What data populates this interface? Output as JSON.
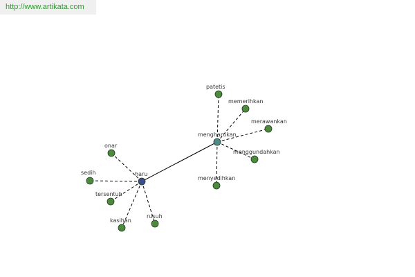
{
  "banner": {
    "url": "http://www.artikata.com"
  },
  "colors": {
    "leaf_node": "#4e8a3e",
    "hub_haru": "#3e4e8a",
    "hub_mengharukan": "#4e8a8a",
    "edge": "#000000",
    "banner_text": "#2f9a2f"
  },
  "diagram": {
    "nodes": [
      {
        "id": "haru",
        "label": "haru",
        "kind": "hub"
      },
      {
        "id": "mengharukan",
        "label": "mengharukan",
        "kind": "hub"
      },
      {
        "id": "onar",
        "label": "onar",
        "kind": "leaf"
      },
      {
        "id": "sedih",
        "label": "sedih",
        "kind": "leaf"
      },
      {
        "id": "tersentuh",
        "label": "tersentuh",
        "kind": "leaf"
      },
      {
        "id": "kasihan",
        "label": "kasihan",
        "kind": "leaf"
      },
      {
        "id": "rusuh",
        "label": "rusuh",
        "kind": "leaf"
      },
      {
        "id": "patetis",
        "label": "patetis",
        "kind": "leaf"
      },
      {
        "id": "memerihkan",
        "label": "memerihkan",
        "kind": "leaf"
      },
      {
        "id": "merawankan",
        "label": "merawankan",
        "kind": "leaf"
      },
      {
        "id": "menggundahkan",
        "label": "menggundahkan",
        "kind": "leaf"
      },
      {
        "id": "menyedihkan",
        "label": "menyedihkan",
        "kind": "leaf"
      }
    ],
    "edges": [
      {
        "from": "haru",
        "to": "mengharukan",
        "style": "solid"
      },
      {
        "from": "haru",
        "to": "onar",
        "style": "dashed"
      },
      {
        "from": "haru",
        "to": "sedih",
        "style": "dashed"
      },
      {
        "from": "haru",
        "to": "tersentuh",
        "style": "dashed"
      },
      {
        "from": "haru",
        "to": "kasihan",
        "style": "dashed"
      },
      {
        "from": "haru",
        "to": "rusuh",
        "style": "dashed"
      },
      {
        "from": "mengharukan",
        "to": "patetis",
        "style": "dashed"
      },
      {
        "from": "mengharukan",
        "to": "memerihkan",
        "style": "dashed"
      },
      {
        "from": "mengharukan",
        "to": "merawankan",
        "style": "dashed"
      },
      {
        "from": "mengharukan",
        "to": "menggundahkan",
        "style": "dashed"
      },
      {
        "from": "mengharukan",
        "to": "menyedihkan",
        "style": "dashed"
      }
    ]
  }
}
